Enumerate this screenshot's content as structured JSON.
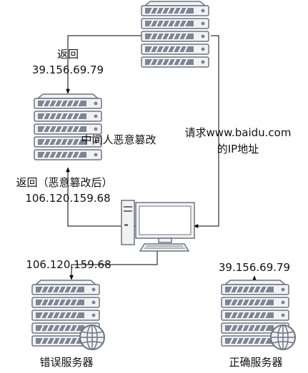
{
  "labels": {
    "return_label": "返回",
    "return_ip": "39.156.69.79",
    "tamper_label": "中间人恶意篡改",
    "request_line1": "请求www.baidu.com",
    "request_line2": "的IP地址",
    "return_tampered_label": "返回（恶意篡改后）",
    "return_tampered_ip": "106.120.159.68",
    "wrong_server_ip": "106.120.159.68",
    "correct_server_ip": "39.156.69.79",
    "wrong_server_name": "错误服务器",
    "correct_server_name": "正确服务器"
  },
  "colors": {
    "server_fill": "#f2f2f2",
    "server_stroke": "#6b7483",
    "server_slot": "#7d8694",
    "line": "#000000"
  },
  "icons": {
    "dns_server": "server-rack-icon",
    "tamper_server": "server-rack-icon",
    "client": "desktop-computer-icon",
    "wrong_server": "web-server-globe-icon",
    "correct_server": "web-server-globe-icon"
  }
}
